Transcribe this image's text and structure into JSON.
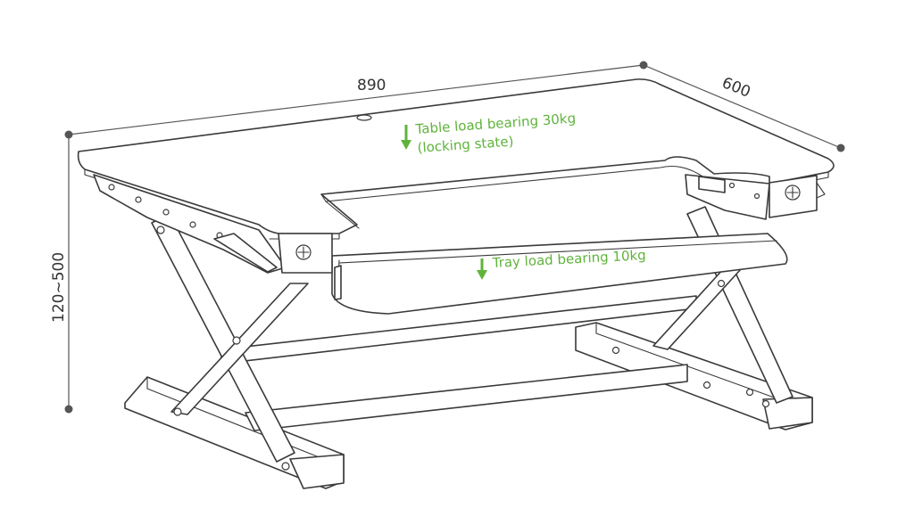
{
  "dimensions": {
    "width": "890",
    "depth": "600",
    "height": "120~500"
  },
  "annotations": {
    "table_load_line1": "Table load bearing 30kg",
    "table_load_line2": "(locking state)",
    "tray_load": "Tray load bearing 10kg"
  },
  "colors": {
    "annotation": "#5fb33b",
    "line": "#3a3a3a"
  },
  "icons": {
    "load_arrow": "down-arrow-icon"
  }
}
